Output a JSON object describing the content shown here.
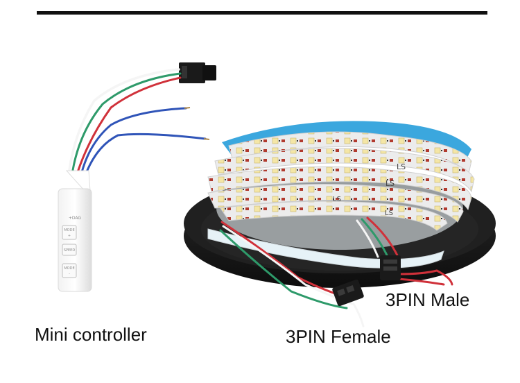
{
  "labels": {
    "mini_controller": "Mini controller",
    "pin_male": "3PIN Male",
    "pin_female": "3PIN Female"
  },
  "controller_buttons": [
    {
      "line1": "MODE",
      "line2": "+"
    },
    {
      "line1": "SPEED",
      "line2": ""
    },
    {
      "line1": "MODE",
      "line2": "-"
    }
  ],
  "controller_top_text": "+DAG",
  "strip_marking": "LS",
  "colors": {
    "rule": "#111111",
    "strip_base": "#ececec",
    "tape_backing": "#3ba7de",
    "reel": "#1b1b1b",
    "led": "#f4e6a6",
    "wire_red": "#d0313a",
    "wire_green": "#2e9a6a",
    "wire_blue": "#2f54b8",
    "wire_white": "#f5f5f5",
    "connector": "#1a1a1a"
  }
}
